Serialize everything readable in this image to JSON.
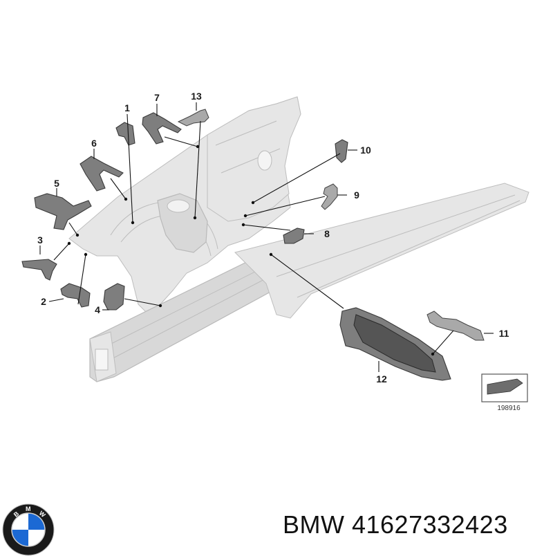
{
  "diagram": {
    "callouts": [
      "1",
      "2",
      "3",
      "4",
      "5",
      "6",
      "7",
      "8",
      "9",
      "10",
      "11",
      "12",
      "13"
    ],
    "reference_code": "198916"
  },
  "caption": {
    "brand": "BMW",
    "part_number": "41627332423",
    "text": "BMW 41627332423"
  },
  "logo": {
    "letters": "BMW",
    "colors": {
      "blue": "#1c69d4",
      "white": "#ffffff",
      "ring": "#1a1a1a"
    }
  }
}
